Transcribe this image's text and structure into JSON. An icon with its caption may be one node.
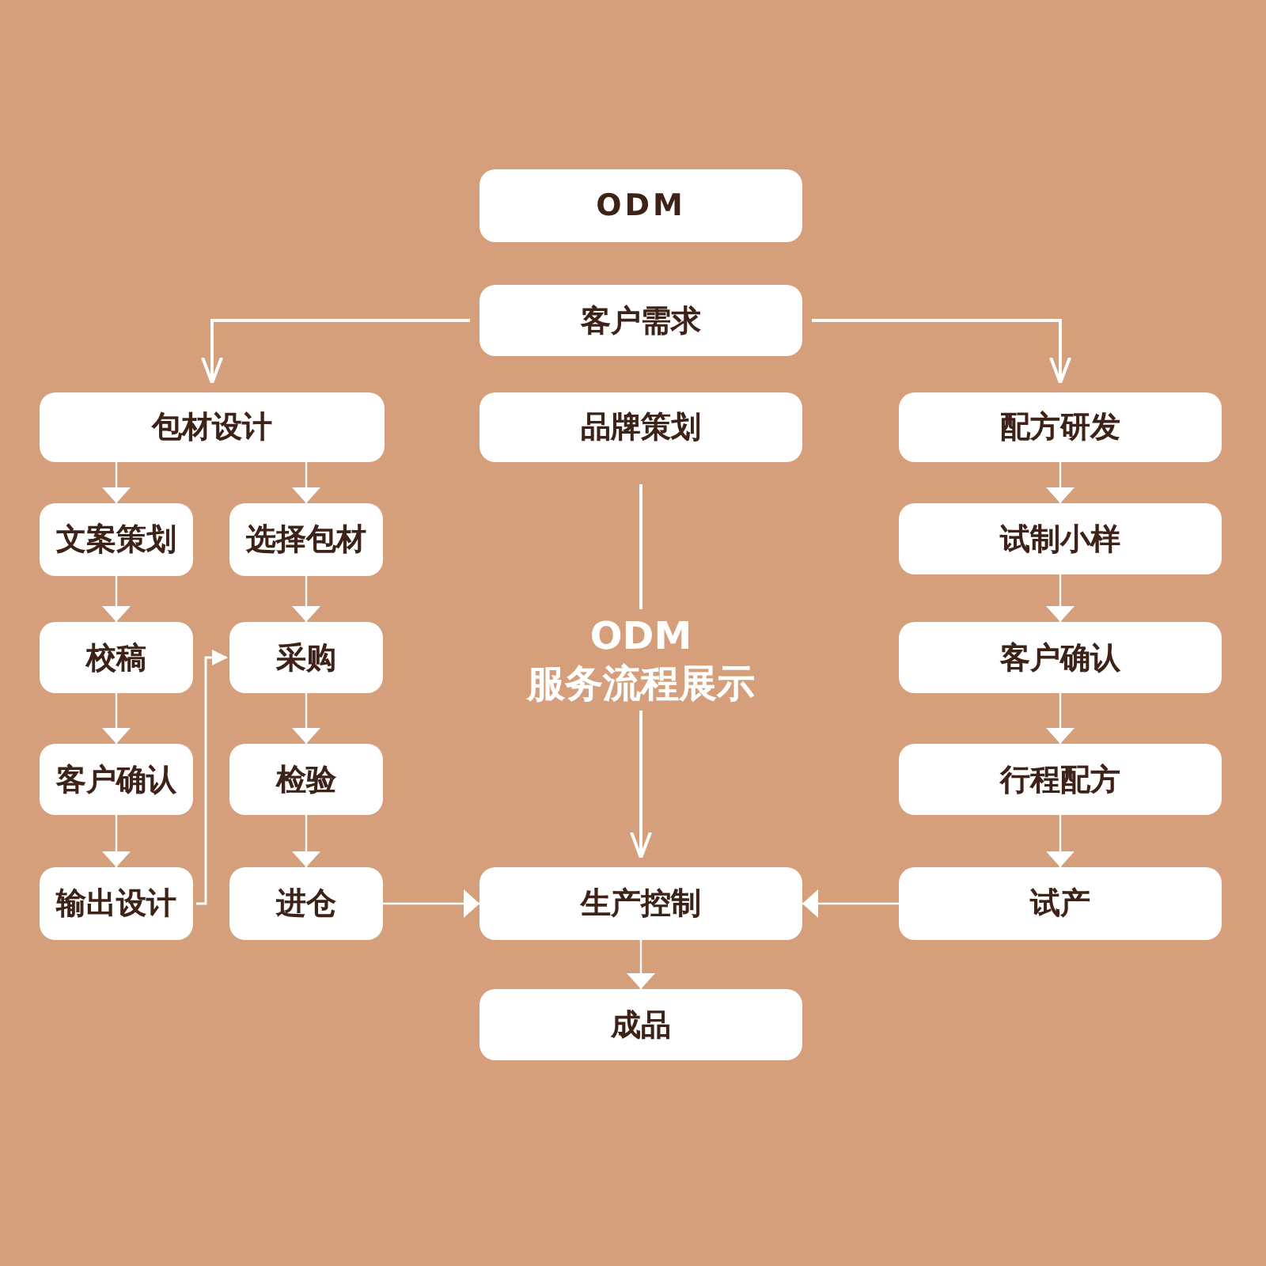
{
  "diagram": {
    "nodes": [
      {
        "text": [
          "ODM"
        ]
      },
      {
        "text": [
          "客户需求"
        ]
      },
      {
        "text": [
          "包材设计"
        ]
      },
      {
        "text": [
          "品牌策划"
        ]
      },
      {
        "text": [
          "配方研发"
        ]
      },
      {
        "text": [
          "文案策划"
        ]
      },
      {
        "text": [
          "选择包材"
        ]
      },
      {
        "text": [
          "试制小样"
        ]
      },
      {
        "text": [
          "校稿"
        ]
      },
      {
        "text": [
          "采购"
        ]
      },
      {
        "text": [
          "客户确认"
        ]
      },
      {
        "text": [
          "客户确认"
        ]
      },
      {
        "text": [
          "检验"
        ]
      },
      {
        "text": [
          "行程配方"
        ]
      },
      {
        "text": [
          "输出设计"
        ]
      },
      {
        "text": [
          "进仓"
        ]
      },
      {
        "text": [
          "生产控制"
        ]
      },
      {
        "text": [
          "试产"
        ]
      },
      {
        "text": [
          "成品"
        ]
      }
    ],
    "edges": [
      {
        "from": 1,
        "to": 2,
        "arrow": "to"
      },
      {
        "from": 1,
        "to": 4,
        "arrow": "to"
      },
      {
        "from": 2,
        "to": 5,
        "arrow": "to"
      },
      {
        "from": 2,
        "to": 6,
        "arrow": "to"
      },
      {
        "from": 5,
        "to": 8,
        "arrow": "to"
      },
      {
        "from": 8,
        "to": 11,
        "arrow": "to"
      },
      {
        "from": 11,
        "to": 14,
        "arrow": "to"
      },
      {
        "from": 6,
        "to": 9,
        "arrow": "to"
      },
      {
        "from": 9,
        "to": 12,
        "arrow": "to"
      },
      {
        "from": 12,
        "to": 15,
        "arrow": "to"
      },
      {
        "from": 14,
        "to": 9,
        "arrow": "to"
      },
      {
        "from": 15,
        "to": 16,
        "arrow": "to"
      },
      {
        "from": 4,
        "to": 7,
        "arrow": "to"
      },
      {
        "from": 7,
        "to": 10,
        "arrow": "to"
      },
      {
        "from": 10,
        "to": 13,
        "arrow": "to"
      },
      {
        "from": 13,
        "to": 17,
        "arrow": "to"
      },
      {
        "from": 17,
        "to": 16,
        "arrow": "to"
      },
      {
        "from": 3,
        "to": 16,
        "arrow": "to",
        "label": "ODM 服务流程展示"
      },
      {
        "from": 16,
        "to": 18,
        "arrow": "to"
      }
    ]
  }
}
